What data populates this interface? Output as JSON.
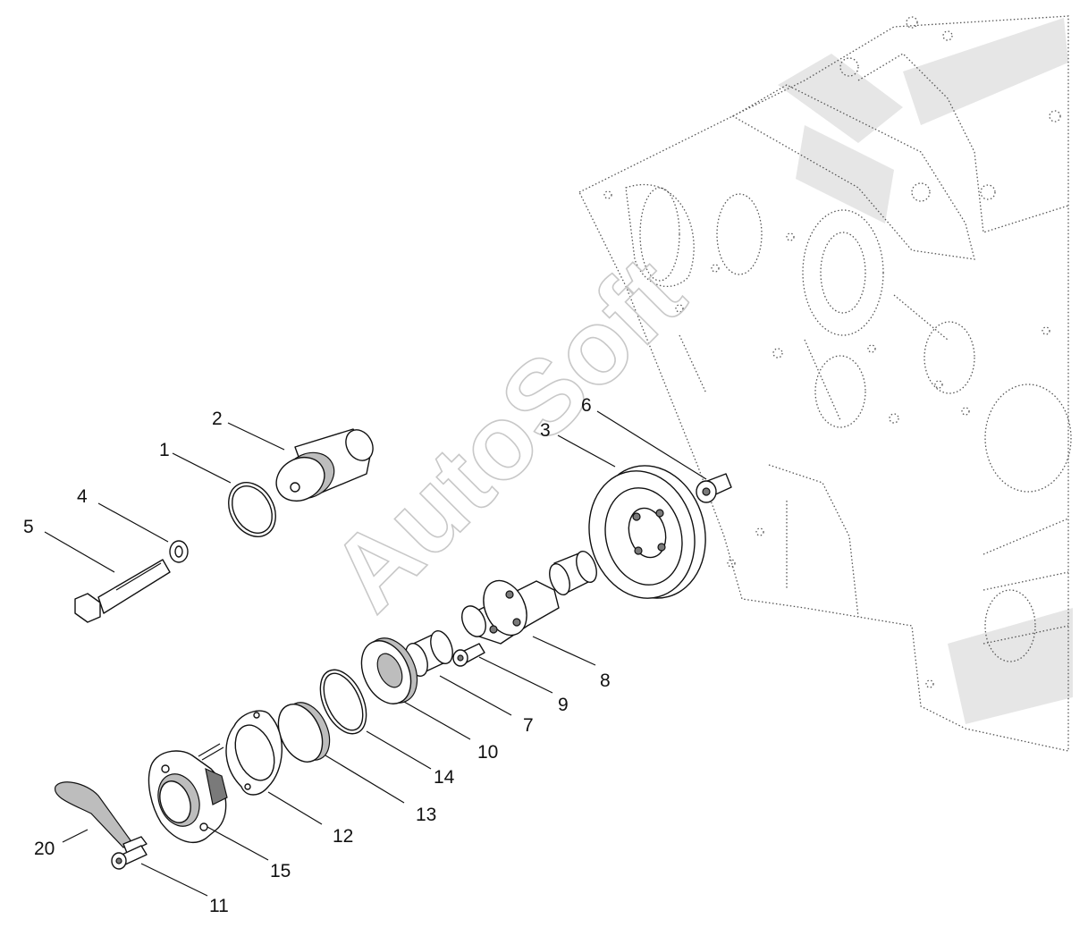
{
  "watermark": {
    "text": "AutoSoft"
  },
  "callouts": [
    "1",
    "2",
    "3",
    "4",
    "5",
    "6",
    "7",
    "8",
    "9",
    "10",
    "11",
    "12",
    "13",
    "14",
    "15",
    "20"
  ]
}
